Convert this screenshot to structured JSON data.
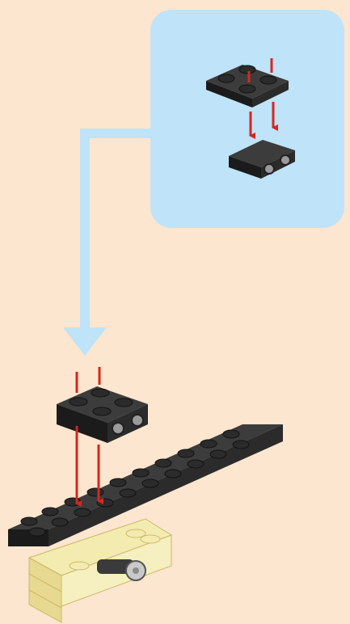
{
  "page": {
    "background_color": "#fce6cf"
  },
  "callout": {
    "color": "#bfe3f8",
    "connector_color": "#bfe3f8",
    "subassembly": [
      "plate-2x2-black",
      "bracket-1x2-2x2-black"
    ]
  },
  "parts": {
    "main_plate": "plate-2x10-black",
    "attached_subassembly": "plate-2x2-with-bracket",
    "base": "tan-bricks-with-technic-pin"
  },
  "arrows": {
    "color": "#d7261e"
  },
  "colors": {
    "black_brick": "#2b2b2b",
    "black_top": "#3c3c3c",
    "tan_brick": "#f4ebb0",
    "grey_pin": "#c9c9c9"
  }
}
